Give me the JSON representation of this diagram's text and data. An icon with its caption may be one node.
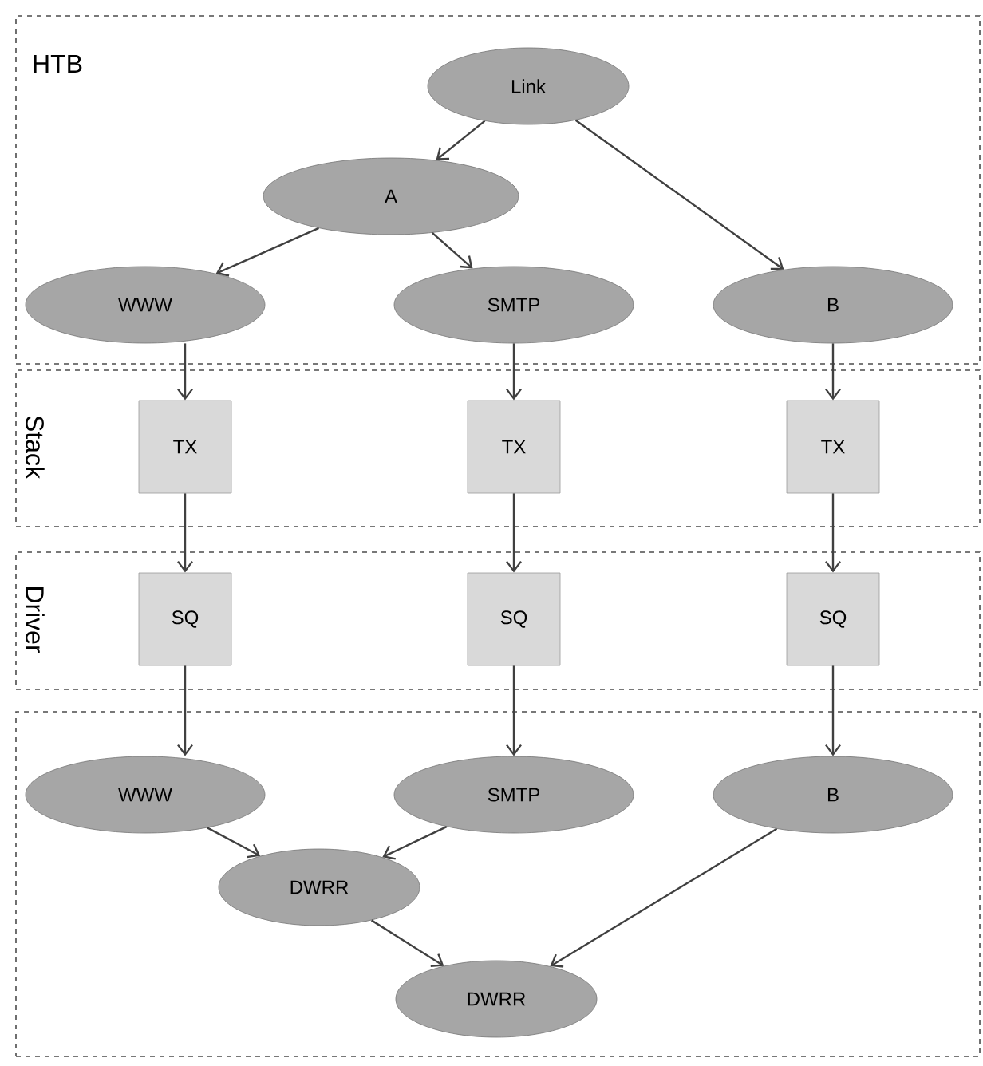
{
  "diagram": {
    "nodes": [
      {
        "text": [
          "HTB"
        ]
      },
      {
        "text": [
          "Link"
        ],
        "in": 0
      },
      {
        "text": [
          "A"
        ],
        "in": 0
      },
      {
        "text": [
          "WWW"
        ],
        "in": 0
      },
      {
        "text": [
          "SMTP"
        ],
        "in": 0
      },
      {
        "text": [
          "B"
        ],
        "in": 0
      },
      {
        "text": [
          "Stack"
        ]
      },
      {
        "text": [
          "TX"
        ],
        "in": 6
      },
      {
        "text": [
          "TX"
        ],
        "in": 6
      },
      {
        "text": [
          "TX"
        ],
        "in": 6
      },
      {
        "text": [
          "Driver"
        ]
      },
      {
        "text": [
          "SQ"
        ],
        "in": 10
      },
      {
        "text": [
          "SQ"
        ],
        "in": 10
      },
      {
        "text": [
          "SQ"
        ],
        "in": 10
      },
      {
        "text": [],
        "shape": "box"
      },
      {
        "text": [
          "WWW"
        ],
        "in": 14
      },
      {
        "text": [
          "SMTP"
        ],
        "in": 14
      },
      {
        "text": [
          "B"
        ],
        "in": 14
      },
      {
        "text": [
          "DWRR"
        ],
        "in": 14
      },
      {
        "text": [
          "DWRR"
        ],
        "in": 14
      }
    ],
    "edges": [
      {
        "from": 1,
        "to": 2,
        "arrow": "to"
      },
      {
        "from": 1,
        "to": 5,
        "arrow": "to"
      },
      {
        "from": 2,
        "to": 3,
        "arrow": "to"
      },
      {
        "from": 2,
        "to": 4,
        "arrow": "to"
      },
      {
        "from": 3,
        "to": 7,
        "arrow": "to"
      },
      {
        "from": 4,
        "to": 8,
        "arrow": "to"
      },
      {
        "from": 5,
        "to": 9,
        "arrow": "to"
      },
      {
        "from": 7,
        "to": 11,
        "arrow": "to"
      },
      {
        "from": 8,
        "to": 12,
        "arrow": "to"
      },
      {
        "from": 9,
        "to": 13,
        "arrow": "to"
      },
      {
        "from": 11,
        "to": 15,
        "arrow": "to"
      },
      {
        "from": 12,
        "to": 16,
        "arrow": "to"
      },
      {
        "from": 13,
        "to": 17,
        "arrow": "to"
      },
      {
        "from": 15,
        "to": 18,
        "arrow": "to"
      },
      {
        "from": 16,
        "to": 18,
        "arrow": "to"
      },
      {
        "from": 18,
        "to": 19,
        "arrow": "to"
      },
      {
        "from": 17,
        "to": 19,
        "arrow": "to"
      }
    ]
  }
}
